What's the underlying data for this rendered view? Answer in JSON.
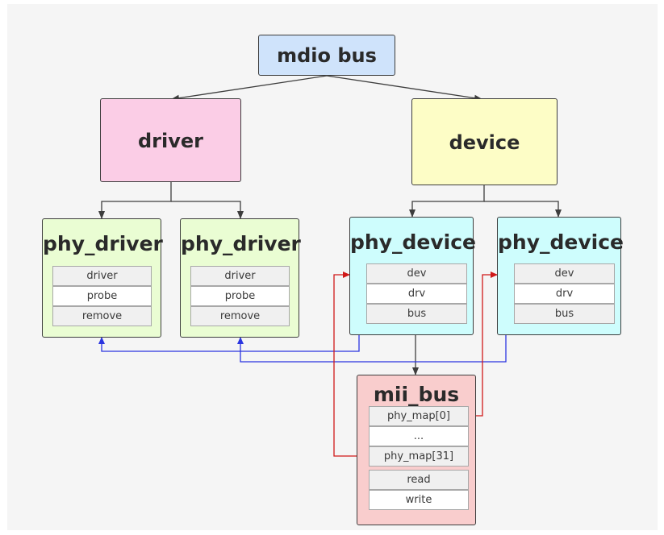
{
  "colors": {
    "mdio_bus": "#cfe3fb",
    "driver": "#fbcde6",
    "device": "#fdfdc6",
    "phy_driver": "#eafdd3",
    "phy_device": "#cefdfd",
    "mii_bus": "#f9cdcd",
    "link_blue": "#2b35e0",
    "link_red": "#d01818",
    "arrow_dark": "#3d3d3d"
  },
  "nodes": {
    "mdio_bus": "mdio bus",
    "driver": "driver",
    "device": "device",
    "phy_driver_1": {
      "title": "phy_driver",
      "fields": [
        "driver",
        "probe",
        "remove"
      ]
    },
    "phy_driver_2": {
      "title": "phy_driver",
      "fields": [
        "driver",
        "probe",
        "remove"
      ]
    },
    "phy_device_1": {
      "title": "phy_device",
      "fields": [
        "dev",
        "drv",
        "bus"
      ]
    },
    "phy_device_2": {
      "title": "phy_device",
      "fields": [
        "dev",
        "drv",
        "bus"
      ]
    },
    "mii_bus": {
      "title": "mii_bus",
      "fields": [
        "phy_map[0]",
        "...",
        "phy_map[31]",
        "read",
        "write"
      ]
    }
  }
}
